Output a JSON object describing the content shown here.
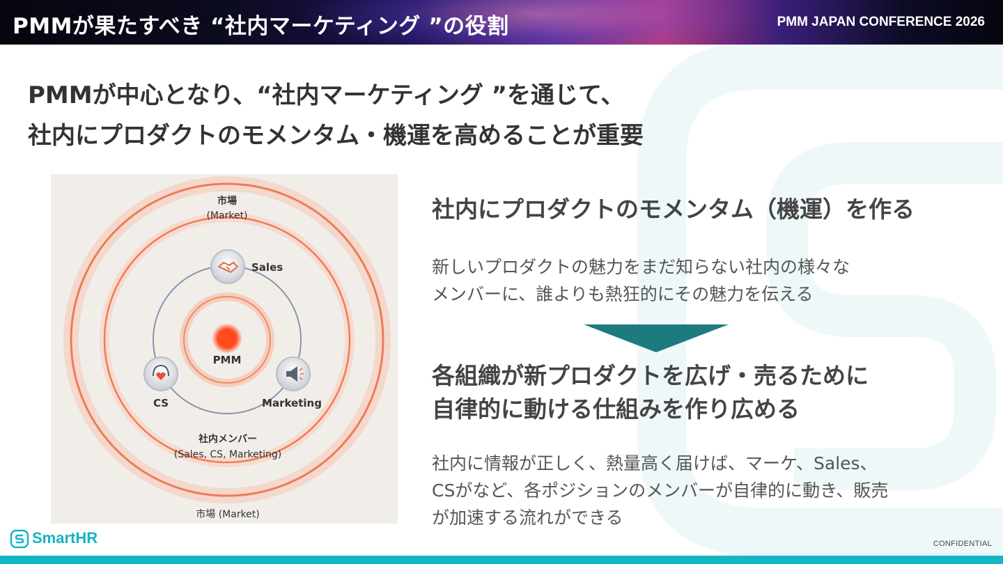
{
  "header": {
    "title": "PMMが果たすべき “社内マーケティング ”の役割",
    "conference": "PMM JAPAN CONFERENCE 2026"
  },
  "main_heading": [
    "PMMが中心となり、“社内マーケティング ”を通じて、",
    "社内にプロダクトのモメンタム・機運を高めることが重要"
  ],
  "diagram": {
    "market_top": "市場",
    "market_top_en": "(Market)",
    "sales": "Sales",
    "pmm": "PMM",
    "cs": "CS",
    "marketing": "Marketing",
    "members": "社内メンバー",
    "members_en": "(Sales, CS, Marketing)",
    "market_bottom": "市場 (Market)"
  },
  "right": {
    "heading1": "社内にプロダクトのモメンタム（機運）を作る",
    "body1": [
      "新しいプロダクトの魅力をまだ知らない社内の様々な",
      "メンバーに、誰よりも熱狂的にその魅力を伝える"
    ],
    "heading2": [
      "各組織が新プロダクトを広げ・売るために",
      "自律的に動ける仕組みを作り広める"
    ],
    "body2": [
      "社内に情報が正しく、熱量高く届けば、マーケ、Sales、",
      "CSがなど、各ポジションのメンバーが自律的に動き、販売",
      "が加速する流れができる"
    ]
  },
  "footer": {
    "logo_text": "SmartHR",
    "confidential": "CONFIDENTIAL"
  },
  "colors": {
    "accent_teal": "#14b6c6",
    "arrow_teal": "#1d7b80",
    "ring_orange": "#f07a55",
    "pmm_dot": "#ff4a1c"
  },
  "icons": {
    "sales": "handshake-icon",
    "cs": "heart-headset-icon",
    "marketing": "megaphone-icon"
  }
}
